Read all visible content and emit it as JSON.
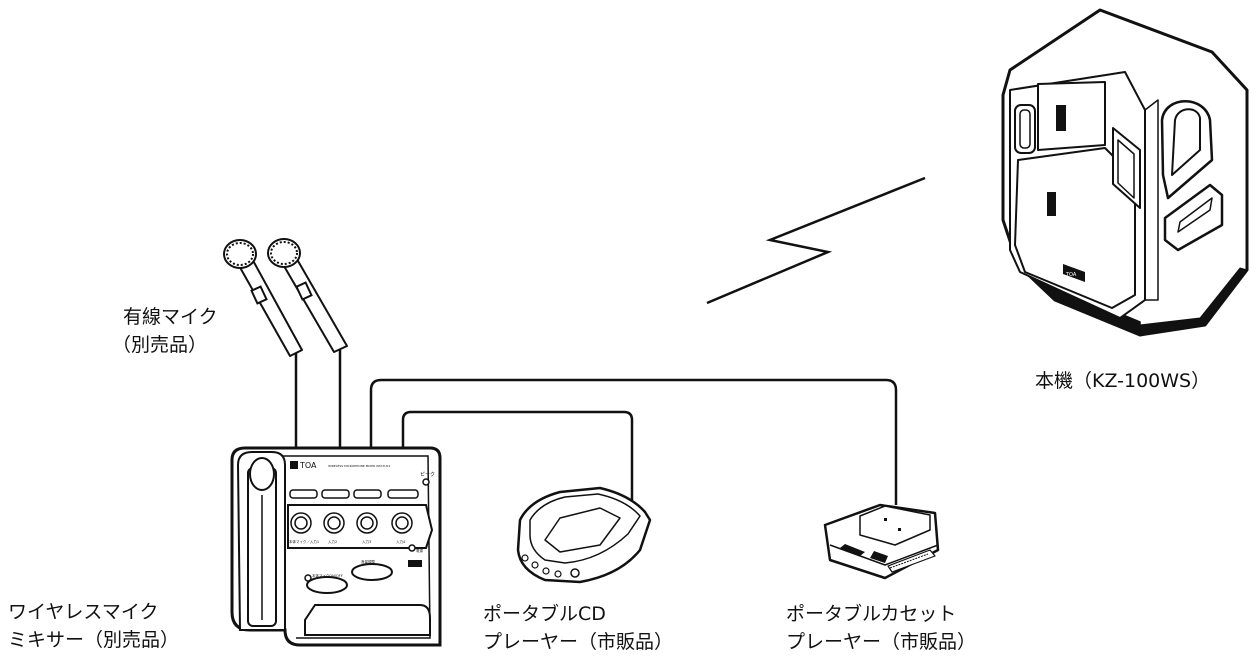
{
  "labels": {
    "wired_mic_line1": "有線マイク",
    "wired_mic_line2": "（別売品）",
    "main_unit": "本機（KZ-100WS）",
    "mixer_line1": "ワイヤレスマイク",
    "mixer_line2": "ミキサー（別売品）",
    "cd_line1": "ポータブルCD",
    "cd_line2": "プレーヤー（市販品）",
    "cassette_line1": "ポータブルカセット",
    "cassette_line2": "プレーヤー（市販品）"
  },
  "mixer_panel": {
    "brand": "TOA",
    "model_text": "WIRELESS MICROPHONE MIXER WM-TU01",
    "peak": "ピーク",
    "knob_labels": [
      "本体マイク／入力1",
      "入力2",
      "入力3",
      "入力4"
    ],
    "mic_switch": "本体マイクON/OFF",
    "sync": "音量調整",
    "power": "電源"
  },
  "speaker_badge": "TOA"
}
